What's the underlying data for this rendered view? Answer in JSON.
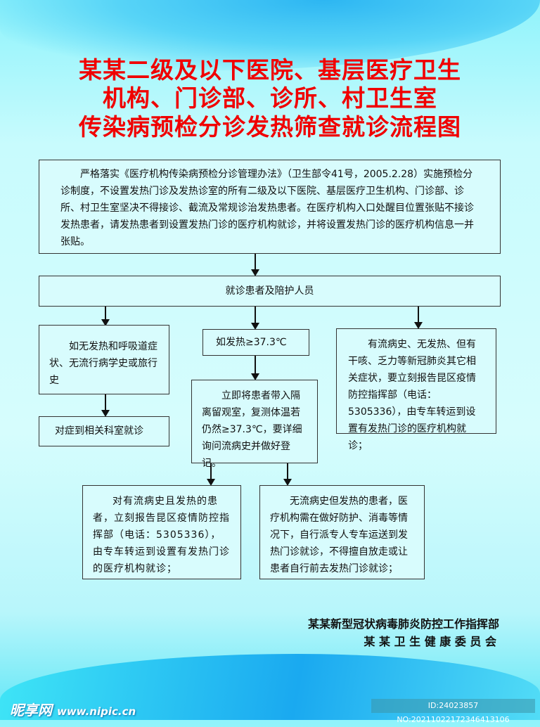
{
  "title": [
    "某某二级及以下医院、基层医疗卫生",
    "机构、门诊部、诊所、村卫生室",
    "传染病预检分诊发热筛查就诊流程图"
  ],
  "intro": "严格落实《医疗机构传染病预检分诊管理办法》（卫生部令41号，2005.2.28）实施预检分诊制度，不设置发热门诊及发热诊室的所有二级及以下医院、基层医疗卫生机构、门诊部、诊所、村卫生室坚决不得接诊、截流及常规诊治发热患者。在医疗机构入口处醒目位置张贴不接诊发热患者，请发热患者到设置发热门诊的医疗机构就诊，并将设置发热门诊的医疗机构信息一并张贴。",
  "patients": "就诊患者及陪护人员",
  "left": {
    "condition": "如无发热和呼吸道症状、无流行病学史或旅行史",
    "action": "对症到相关科室就诊"
  },
  "middle": {
    "condition": "如发热≥37.3℃",
    "action": "立即将患者带入隔离留观室，复测体温若仍然≥37.3℃，要详细询问流病史并做好登记。"
  },
  "right": "有流病史、无发热、但有干咳、乏力等新冠肺炎其它相关症状，要立刻报告昆区疫情防控指挥部（电话：5305336），由专车转运到设置有发热门诊的医疗机构就诊；",
  "bottom_left": "对有流病史且发热的患者，立刻报告昆区疫情防控指挥部（电话：5305336），由专车转运到设置有发热门诊的医疗机构就诊；",
  "bottom_right": "无流病史但发热的患者，医疗机构需在做好防护、消毒等情况下，自行派专人专车运送到发热门诊就诊，不得擅自放走或让患者自行前去发热门诊就诊；",
  "footer": [
    "某某新型冠状病毒肺炎防控工作指挥部",
    "某 某 卫 生 健 康 委 员 会"
  ],
  "watermark": {
    "logo": "昵享网",
    "url": "www.nipic.cn",
    "id": "ID:24023857 NO:20211022172346413106"
  }
}
